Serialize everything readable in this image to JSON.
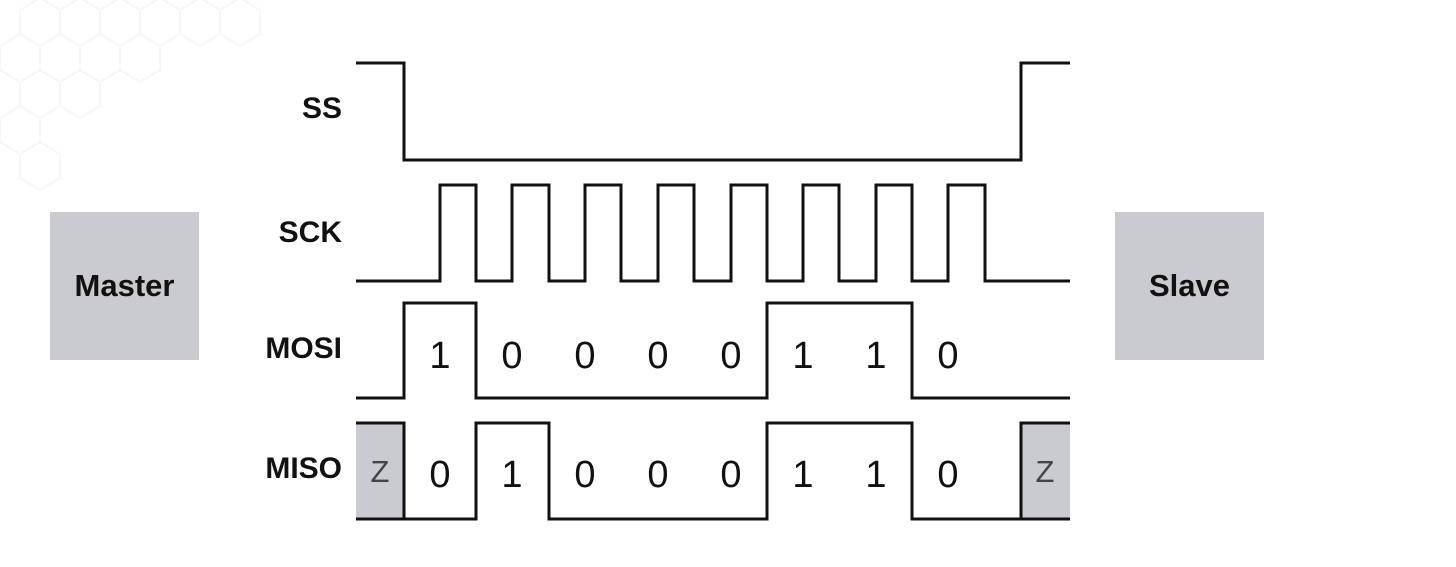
{
  "master": {
    "label": "Master"
  },
  "slave": {
    "label": "Slave"
  },
  "signals": {
    "ss": {
      "label": "SS"
    },
    "sck": {
      "label": "SCK"
    },
    "mosi": {
      "label": "MOSI",
      "bits": [
        "1",
        "0",
        "0",
        "0",
        "0",
        "1",
        "1",
        "0"
      ]
    },
    "miso": {
      "label": "MISO",
      "bits": [
        "0",
        "1",
        "0",
        "0",
        "0",
        "1",
        "1",
        "0"
      ],
      "z_start": "Z",
      "z_end": "Z"
    }
  },
  "colors": {
    "line": "#111111",
    "box": "#c9cbd0",
    "z_fill": "#c9cbd0"
  }
}
